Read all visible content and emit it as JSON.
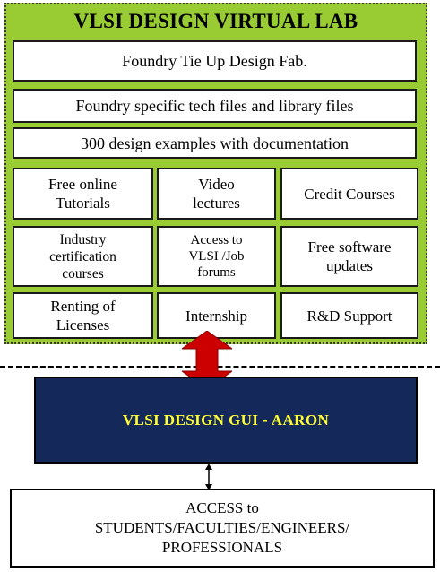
{
  "lab": {
    "title": "VLSI DESIGN VIRTUAL LAB",
    "foundry": "Foundry Tie Up Design Fab.",
    "tech_files": "Foundry specific tech files and library files",
    "examples": "300 design examples with documentation",
    "grid": {
      "free_tutorials": "Free online\nTutorials",
      "video_lectures": "Video\nlectures",
      "credit_courses": "Credit Courses",
      "industry_certification": "Industry\ncertification\ncourses",
      "access_forums": "Access to\nVLSI /Job\nforums",
      "software_updates": "Free software\nupdates",
      "renting_licenses": "Renting of\nLicenses",
      "internship": "Internship",
      "rd_support": "R&D Support"
    }
  },
  "gui": {
    "label": "VLSI DESIGN GUI - AARON"
  },
  "access": {
    "label": "ACCESS to\nSTUDENTS/FACULTIES/ENGINEERS/\nPROFESSIONALS"
  },
  "colors": {
    "lab_background": "#99cc33",
    "gui_background": "#14285a",
    "gui_text": "#ffff33",
    "arrow": "#cc0000"
  }
}
